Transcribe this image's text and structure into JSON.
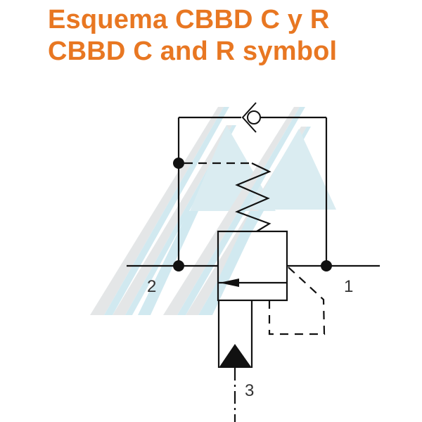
{
  "title": {
    "line1": "Esquema CBBD C y R",
    "line2": "CBBD C and R symbol",
    "color": "#E87722"
  },
  "diagram": {
    "type": "hydraulic-schematic",
    "description": "Counterbalance valve symbol with integral check valve",
    "ports": [
      {
        "id": "port-1",
        "label": "1"
      },
      {
        "id": "port-2",
        "label": "2"
      },
      {
        "id": "port-3",
        "label": "3"
      }
    ],
    "components": [
      "check-valve",
      "spring",
      "pilot-line",
      "valve-body",
      "flow-arrow",
      "pilot-piston",
      "drain-line"
    ],
    "line_color": "#111111",
    "watermark": {
      "stripe_blue": "#CFE8F0",
      "stripe_gray": "#E3E5E6"
    }
  }
}
